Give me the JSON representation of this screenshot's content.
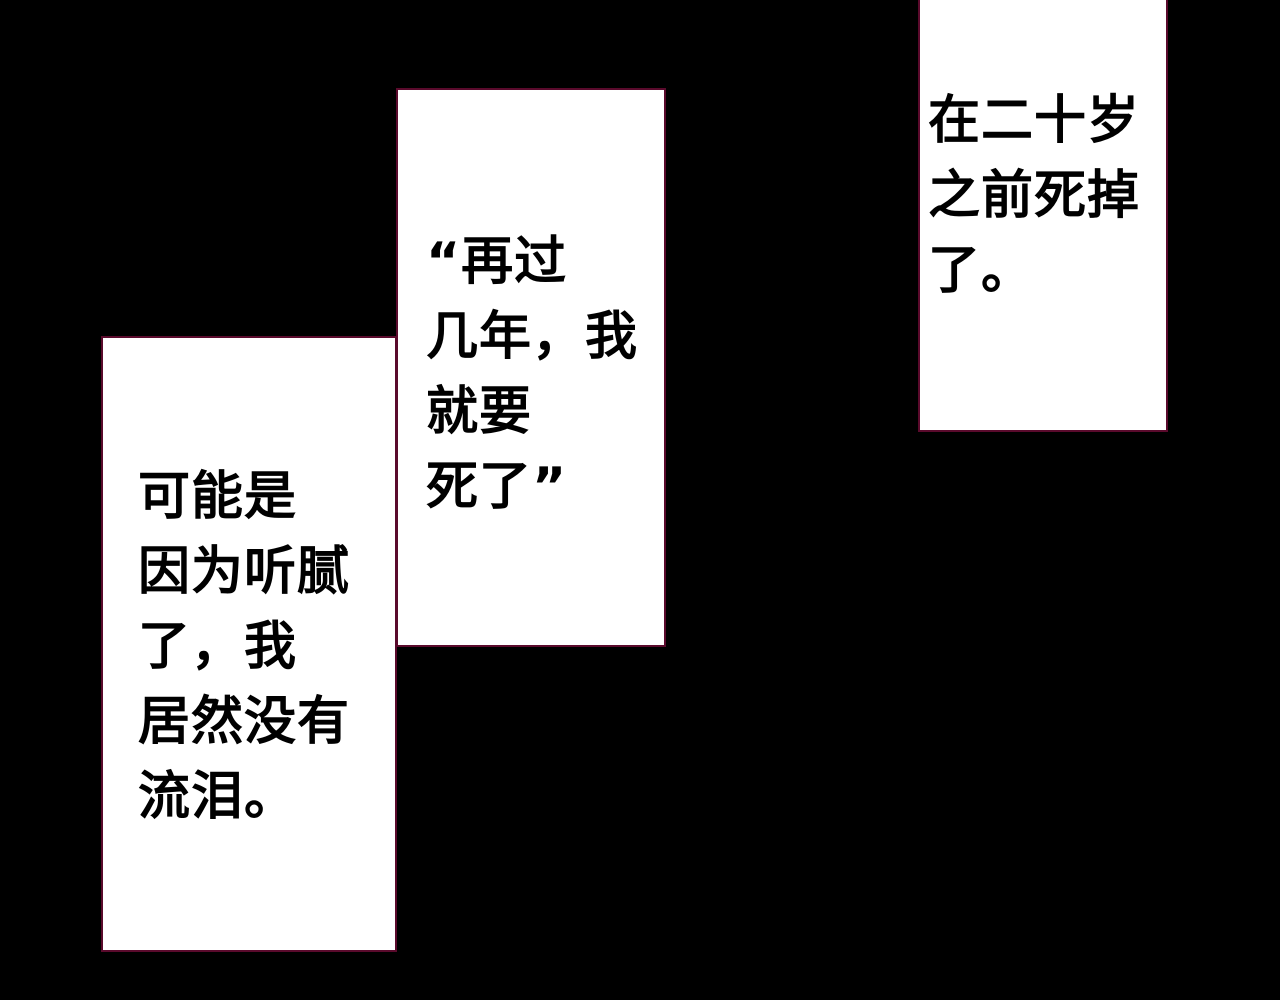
{
  "panels": {
    "right": {
      "lines": [
        "在二十岁",
        "之前死掉",
        "了。"
      ]
    },
    "middle": {
      "lines": [
        "“再过",
        "几年，我",
        "就要",
        "死了”"
      ]
    },
    "left": {
      "lines": [
        "可能是",
        "因为听腻",
        "了，我",
        "居然没有",
        "流泪。"
      ]
    }
  },
  "colors": {
    "background": "#000000",
    "panel_fill": "#ffffff",
    "panel_border": "#5a0a2c",
    "text": "#000000"
  }
}
